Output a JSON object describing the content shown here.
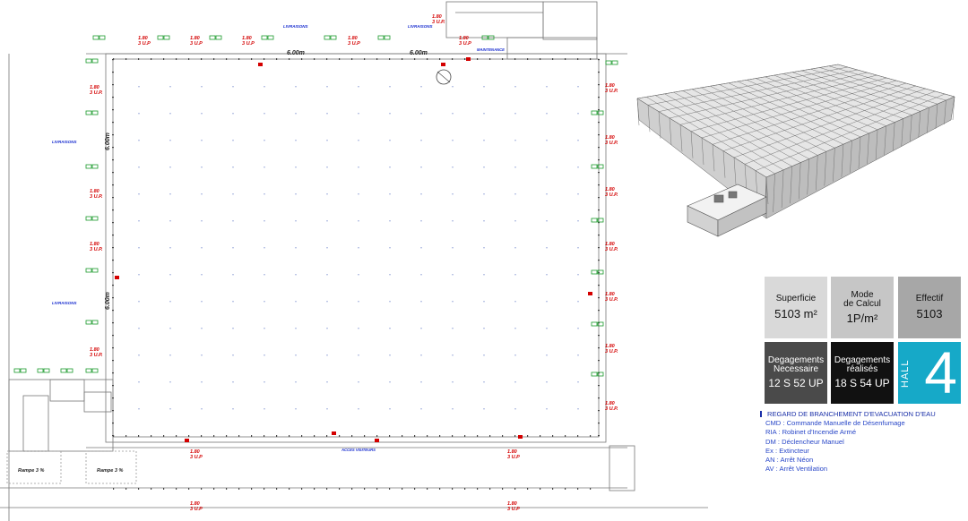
{
  "plan": {
    "deliveries_label": "LIVRAISONS",
    "maintenance_label": "MAINTENANCE",
    "visitor_access_label": "ACCES VISITEURS",
    "door_width_label": "6.00m",
    "exit_width": "1.80",
    "exit_up": "3 U.P.",
    "exit_up_short": "3 U.P",
    "ramp_label": "Rampe 3 %"
  },
  "stats": {
    "superficie": {
      "label": "Superficie",
      "value": "5103 m²"
    },
    "mode_calcul": {
      "label1": "Mode",
      "label2": "de Calcul",
      "value": "1P/m²"
    },
    "effectif": {
      "label": "Effectif",
      "value": "5103"
    },
    "degagements_necessaire": {
      "label1": "Degagements",
      "label2": "Necessaire",
      "value": "12 S 52 UP"
    },
    "degagements_realises": {
      "label1": "Degagements",
      "label2": "réalisés",
      "value": "18 S 54 UP"
    }
  },
  "hall": {
    "number": "4",
    "word": "HALL"
  },
  "legend": {
    "title": "REGARD DE BRANCHEMENT D'EVACUATION D'EAU",
    "items": [
      "CMD : Commande Manuelle de Désenfumage",
      "RIA : Robinet d'Incendie Armé",
      "DM : Déclencheur Manuel",
      "Ex : Extincteur",
      "AN : Arrêt Néon",
      "AV : Arrêt Ventilation"
    ]
  },
  "colors": {
    "tile_light": "#d9d9d9",
    "tile_mid": "#c6c6c6",
    "tile_grey": "#a7a7a7",
    "tile_dark": "#4a4a4a",
    "tile_black": "#111111",
    "hall_accent": "#16a9c8",
    "legend_blue": "#2a48c8",
    "exit_red": "#d40000",
    "exit_green": "#1a9a2a"
  }
}
